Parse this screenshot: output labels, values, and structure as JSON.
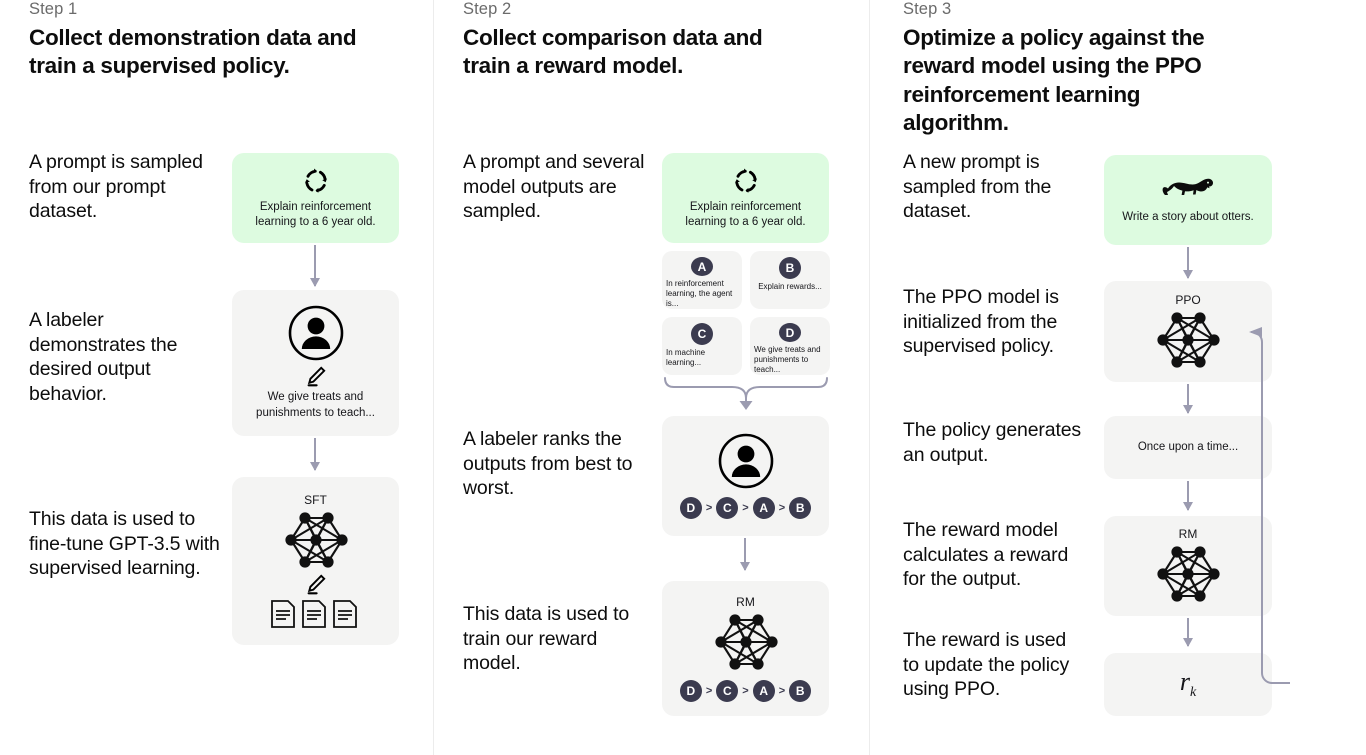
{
  "diagram": {
    "title": "InstructGPT / RLHF three-step training diagram",
    "accent_green": "#ddfbe0",
    "box_grey": "#f4f4f3",
    "arrow_color": "#9b9bb0",
    "badge_color": "#3b3b4f"
  },
  "columns": [
    {
      "step_label": "Step 1",
      "step_title": "Collect demonstration data and train a supervised policy.",
      "descriptions": [
        "A prompt is sampled from our prompt dataset.",
        "A labeler demonstrates the desired output behavior.",
        "This data is used to fine-tune GPT-3.5 with supervised learning."
      ],
      "boxes": [
        {
          "kind": "prompt",
          "icon": "refresh-cycle-icon",
          "text": "Explain reinforcement learning to a 6 year old."
        },
        {
          "kind": "labeler",
          "icon": "person-circle-icon",
          "icon2": "pencil-icon",
          "text": "We give treats and punishments to teach..."
        },
        {
          "kind": "model",
          "icon": "neural-network-icon",
          "title": "SFT",
          "icon2": "pencil-icon",
          "icon3": "documents-icon"
        }
      ]
    },
    {
      "step_label": "Step 2",
      "step_title": "Collect comparison data and train a reward model.",
      "descriptions": [
        "A prompt and several model outputs are sampled.",
        "A labeler ranks the outputs from best to worst.",
        "This data is used to train our reward model."
      ],
      "boxes": [
        {
          "kind": "prompt",
          "icon": "refresh-cycle-icon",
          "text": "Explain reinforcement learning to a 6 year old."
        },
        {
          "kind": "outputs",
          "options": [
            {
              "letter": "A",
              "text": "In reinforcement learning, the agent is..."
            },
            {
              "letter": "B",
              "text": "Explain rewards..."
            },
            {
              "letter": "C",
              "text": "In machine learning..."
            },
            {
              "letter": "D",
              "text": "We give treats and punishments to teach..."
            }
          ]
        },
        {
          "kind": "ranking",
          "icon": "person-circle-icon",
          "ranking": [
            "D",
            "C",
            "A",
            "B"
          ],
          "separator": ">"
        },
        {
          "kind": "model",
          "title": "RM",
          "icon": "neural-network-icon",
          "ranking": [
            "D",
            "C",
            "A",
            "B"
          ],
          "separator": ">"
        }
      ]
    },
    {
      "step_label": "Step 3",
      "step_title": "Optimize a policy against the reward model using the PPO reinforcement learning algorithm.",
      "descriptions": [
        "A new prompt is sampled from the dataset.",
        "The PPO model is initialized from the supervised policy.",
        "The policy generates an output.",
        "The reward model calculates a reward for the output.",
        "The reward is used to update the policy using PPO."
      ],
      "boxes": [
        {
          "kind": "prompt",
          "icon": "otter-icon",
          "text": "Write a story about otters."
        },
        {
          "kind": "model",
          "title": "PPO",
          "icon": "neural-network-icon"
        },
        {
          "kind": "output",
          "text": "Once upon a time..."
        },
        {
          "kind": "model",
          "title": "RM",
          "icon": "neural-network-icon"
        },
        {
          "kind": "reward",
          "symbol": "r",
          "subscript": "k"
        }
      ]
    }
  ]
}
